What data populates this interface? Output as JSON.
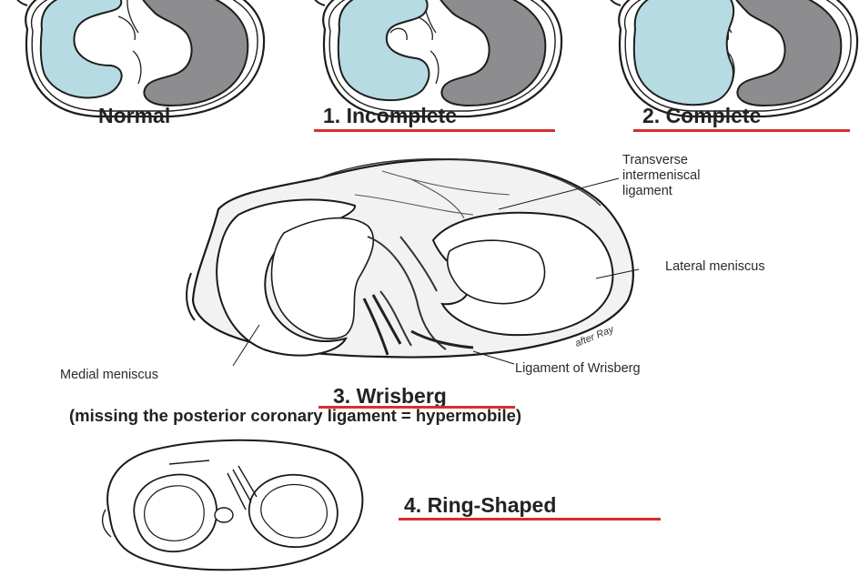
{
  "variants": {
    "normal": "Normal",
    "incomplete": "1.  Incomplete",
    "complete": "2. Complete",
    "wrisberg": "3. Wrisberg",
    "wrisberg_note": "(missing the posterior coronary ligament = hypermobile)",
    "ring": "4. Ring-Shaped"
  },
  "annotations": {
    "transverse": [
      "Transverse",
      "intermeniscal",
      "ligament"
    ],
    "lateral": "Lateral meniscus",
    "medial": "Medial meniscus",
    "wrisberg_lig": "Ligament of Wrisberg",
    "signature": "after Ray"
  },
  "colors": {
    "discoid_fill": "#b7dbe3",
    "meniscus_gray": "#8d8d8f",
    "underline": "#d62f2f"
  }
}
